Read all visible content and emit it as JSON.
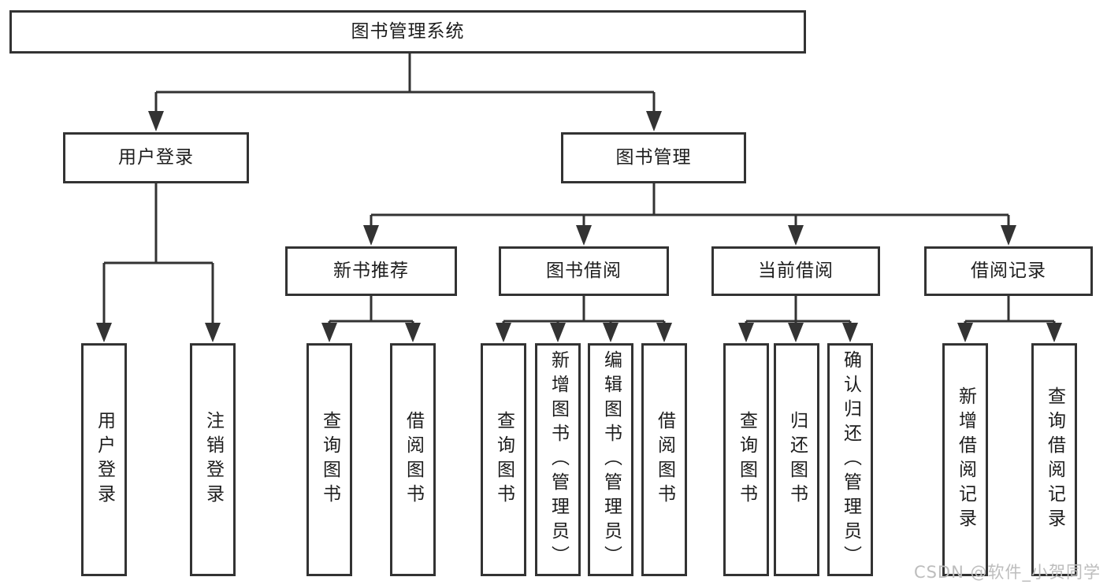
{
  "diagram": {
    "type": "hierarchy-tree",
    "title": "图书管理系统",
    "colors": {
      "line": "#333333",
      "border": "#333333",
      "text": "#1d1d1d",
      "background": "#ffffff",
      "watermark": "#bdbdbd"
    },
    "watermark": "CSDN @软件_小贺同学",
    "tree": {
      "label": "图书管理系统",
      "children": [
        {
          "label": "用户登录",
          "children": [
            {
              "label": "用户登录"
            },
            {
              "label": "注销登录"
            }
          ]
        },
        {
          "label": "图书管理",
          "children": [
            {
              "label": "新书推荐",
              "children": [
                {
                  "label": "查询图书"
                },
                {
                  "label": "借阅图书"
                }
              ]
            },
            {
              "label": "图书借阅",
              "children": [
                {
                  "label": "查询图书"
                },
                {
                  "label": "新增图书（管理员）"
                },
                {
                  "label": "编辑图书（管理员）"
                },
                {
                  "label": "借阅图书"
                }
              ]
            },
            {
              "label": "当前借阅",
              "children": [
                {
                  "label": "查询图书"
                },
                {
                  "label": "归还图书"
                },
                {
                  "label": "确认归还（管理员）"
                }
              ]
            },
            {
              "label": "借阅记录",
              "children": [
                {
                  "label": "新增借阅记录"
                },
                {
                  "label": "查询借阅记录"
                }
              ]
            }
          ]
        }
      ]
    }
  }
}
